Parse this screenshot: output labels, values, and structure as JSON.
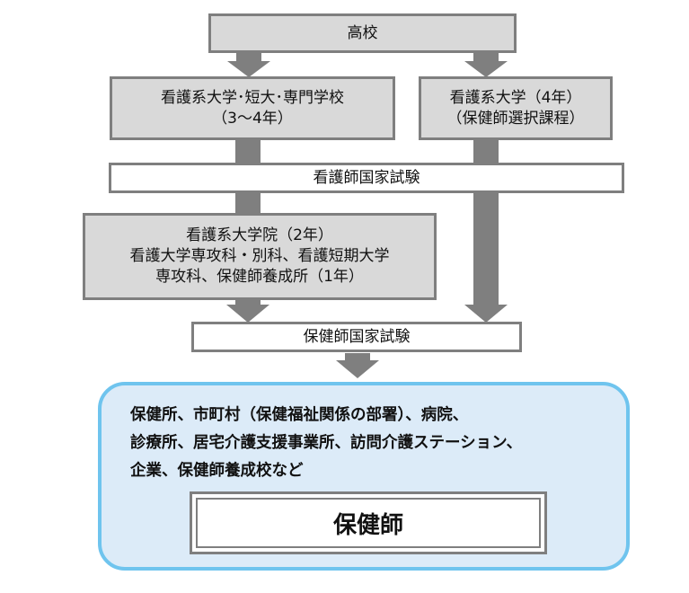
{
  "nodes": {
    "high_school": [
      "高校"
    ],
    "nursing_school": [
      "看護系大学･短大･専門学校",
      "（3～4年）"
    ],
    "nursing_univ_phn": [
      "看護系大学（4年）",
      "（保健師選択課程）"
    ],
    "nurse_exam": [
      "看護師国家試験"
    ],
    "graduate_training": [
      "看護系大学院（2年）",
      "看護大学専攻科・別科、看護短期大学",
      "専攻科、保健師養成所（1年）"
    ],
    "phn_exam": [
      "保健師国家試験"
    ]
  },
  "workplaces": [
    "保健所、市町村（保健福祉関係の部署）、病院、",
    "診療所、居宅介護支援事業所、訪問介護ステーション、",
    "企業、保健師養成校など"
  ],
  "role": "保健師",
  "colors": {
    "box_fill": "#d9d9d9",
    "border": "#7f7f7f",
    "arrow": "#7f7f7f",
    "outcome_fill": "#dcebf8",
    "outcome_border": "#6fc4ee"
  }
}
